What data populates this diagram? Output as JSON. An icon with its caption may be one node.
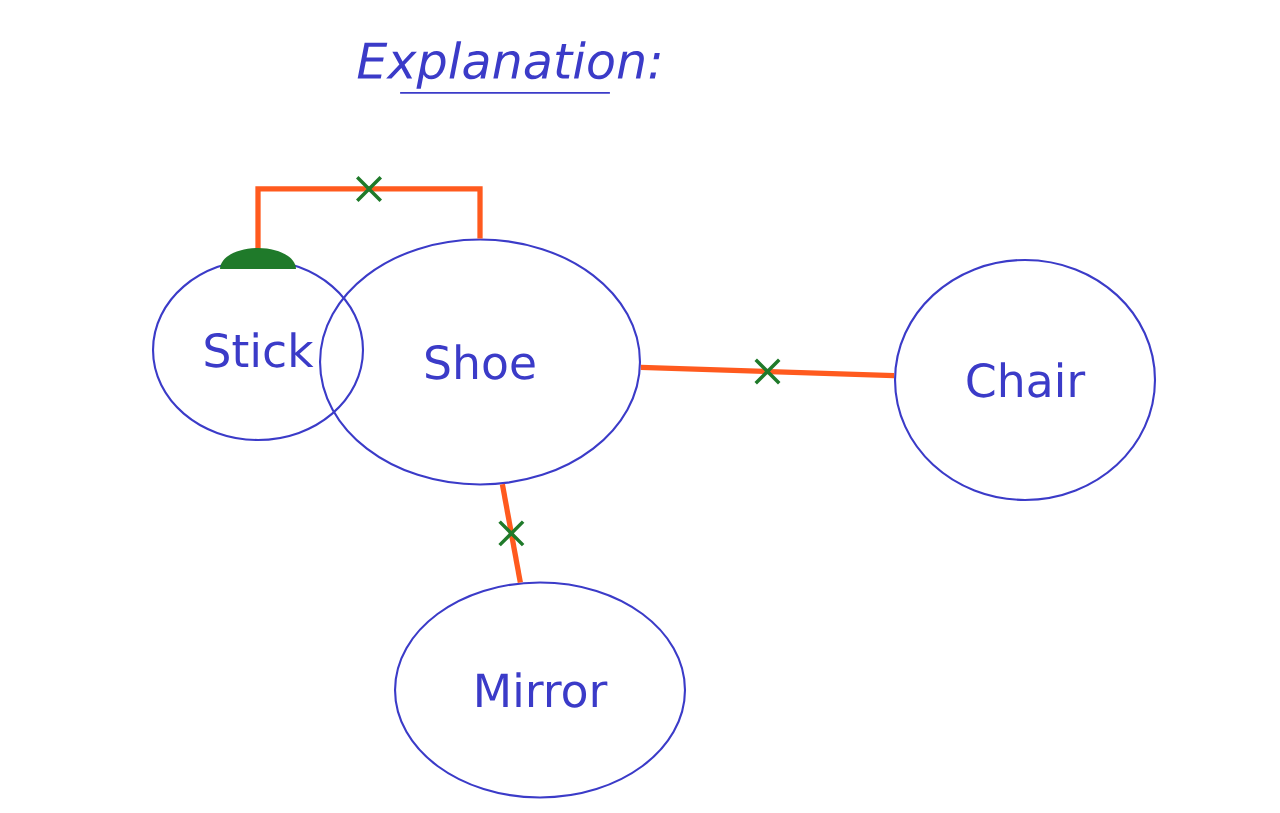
{
  "diagram": {
    "title": "Explanation:",
    "nodes": [
      {
        "text": [
          "Stick"
        ]
      },
      {
        "text": [
          "Shoe"
        ]
      },
      {
        "text": [
          "Chair"
        ]
      },
      {
        "text": [
          "Mirror"
        ]
      }
    ],
    "edges": [
      {
        "from": 0,
        "to": 1,
        "arrow": "other"
      },
      {
        "from": 1,
        "to": 2,
        "arrow": "none"
      },
      {
        "from": 1,
        "to": 3,
        "arrow": "none"
      }
    ]
  }
}
